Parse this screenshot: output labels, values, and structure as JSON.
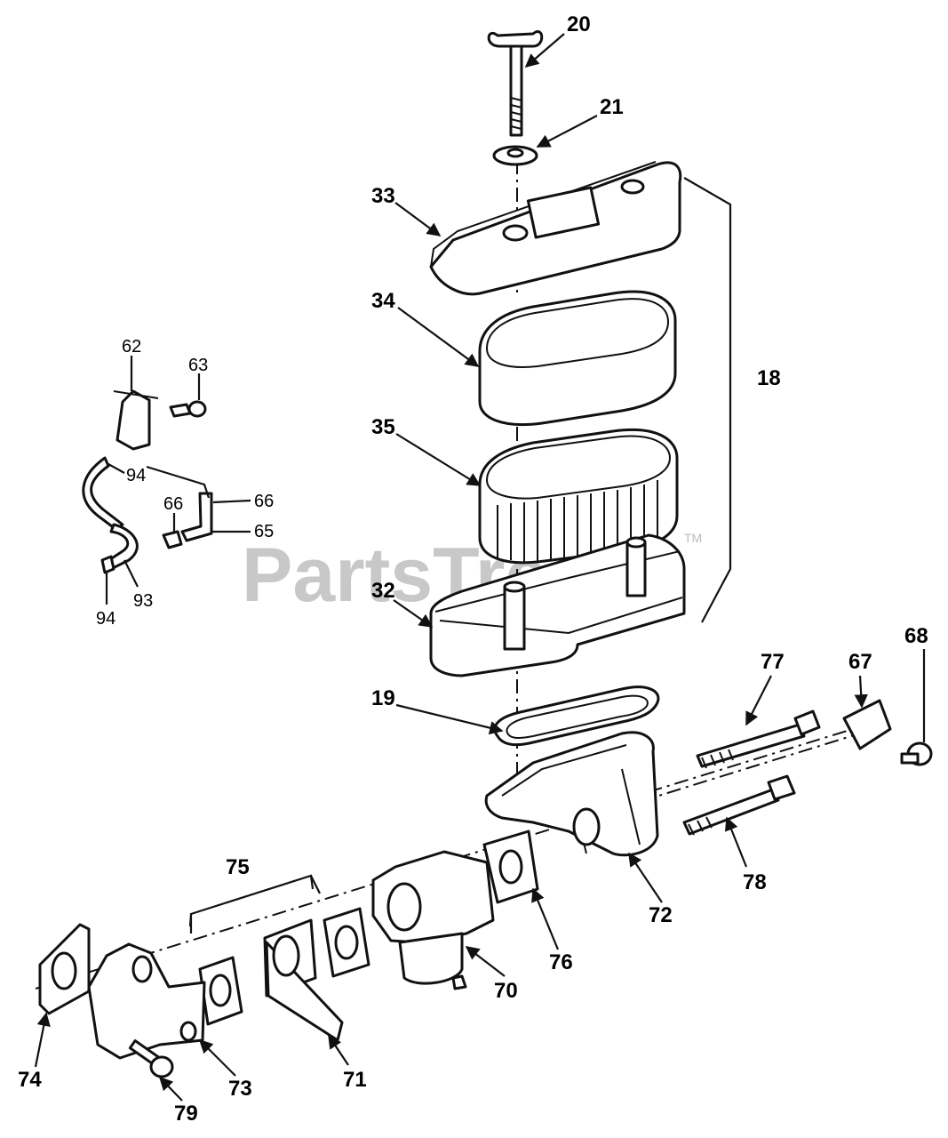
{
  "watermark": {
    "text": "PartsTree",
    "tm": "TM"
  },
  "callouts": [
    {
      "id": "c20",
      "text": "20"
    },
    {
      "id": "c21",
      "text": "21"
    },
    {
      "id": "c33",
      "text": "33"
    },
    {
      "id": "c34",
      "text": "34"
    },
    {
      "id": "c18",
      "text": "18"
    },
    {
      "id": "c35",
      "text": "35"
    },
    {
      "id": "c32",
      "text": "32"
    },
    {
      "id": "c19",
      "text": "19"
    },
    {
      "id": "c62",
      "text": "62"
    },
    {
      "id": "c63",
      "text": "63"
    },
    {
      "id": "c94a",
      "text": "94"
    },
    {
      "id": "c66a",
      "text": "66"
    },
    {
      "id": "c66b",
      "text": "66"
    },
    {
      "id": "c65",
      "text": "65"
    },
    {
      "id": "c93",
      "text": "93"
    },
    {
      "id": "c94b",
      "text": "94"
    },
    {
      "id": "c77",
      "text": "77"
    },
    {
      "id": "c67",
      "text": "67"
    },
    {
      "id": "c68",
      "text": "68"
    },
    {
      "id": "c78",
      "text": "78"
    },
    {
      "id": "c72",
      "text": "72"
    },
    {
      "id": "c75",
      "text": "75"
    },
    {
      "id": "c76",
      "text": "76"
    },
    {
      "id": "c70",
      "text": "70"
    },
    {
      "id": "c71",
      "text": "71"
    },
    {
      "id": "c73",
      "text": "73"
    },
    {
      "id": "c74",
      "text": "74"
    },
    {
      "id": "c79",
      "text": "79"
    }
  ]
}
